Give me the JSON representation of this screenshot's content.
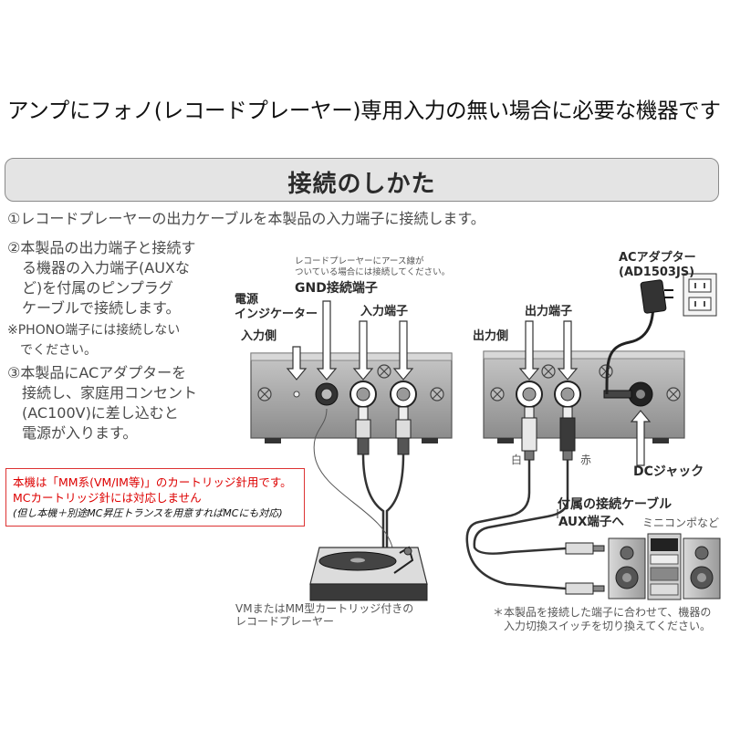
{
  "headline": "アンプにフォノ(レコードプレーヤー)専用入力の無い場合に必要な機器です",
  "section_title": "接続のしかた",
  "steps": {
    "step1": "①レコードプレーヤーの出力ケーブルを本製品の入力端子に接続します。",
    "step2": "②本製品の出力端子と接続す\n　る機器の入力端子(AUXな\n　ど)を付属のピンプラグ\n　ケーブルで接続します。",
    "phono_note": "※PHONO端子には接続しない\n　でください。",
    "step3": "③本製品にACアダプターを\n　接続し、家庭用コンセント\n　(AC100V)に差し込むと\n　電源が入ります。"
  },
  "labels": {
    "earth_note": "レコードプレーヤーにアース線が\nついている場合には接続してください。",
    "gnd_terminal": "GND接続端子",
    "power_indicator": "電源\nインジケーター",
    "input_terminal": "入力端子",
    "input_side": "入力側",
    "output_terminal": "出力端子",
    "output_side": "出力側",
    "ac_adapter": "ACアダプター\n(AD1503JS)",
    "white": "白",
    "red": "赤",
    "dc_jack": "DCジャック",
    "included_cable": "付属の接続ケーブル",
    "aux_terminal": "AUX端子へ",
    "mini_component": "ミニコンポなど",
    "record_player": "VMまたはMM型カートリッジ付きの\nレコードプレーヤー",
    "switch_note": "＊本製品を接続した端子に合わせて、機器の\n　入力切換スイッチを切り換えてください。"
  },
  "warning": {
    "line1": "本機は「MM系(VM/IM等)」のカートリッジ針用です。",
    "line2": "MCカートリッジ針には対応しません",
    "line3": "(但し本機＋別途MC昇圧トランスを用意すればMCにも対応)"
  },
  "colors": {
    "warning_red": "#dd0000",
    "banner_bg": "#e4e4e4",
    "device_gray": "#9a9a9a"
  }
}
